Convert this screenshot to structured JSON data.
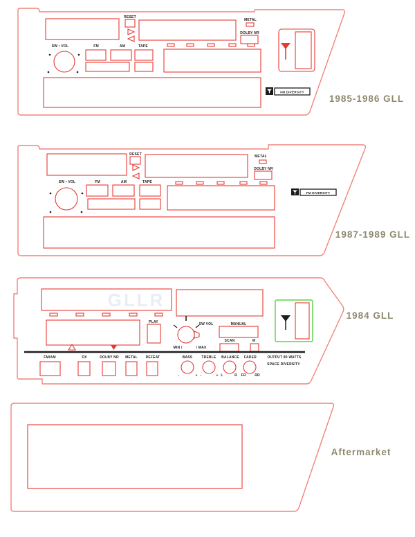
{
  "colors": {
    "shell": "#f2837d",
    "red": "#e63832",
    "green": "#6edb62",
    "ink": "#1c1c1c",
    "year": "#8d8970",
    "wm": "#e9edf6"
  },
  "p1": {
    "year": "1985-1986 GLL",
    "reset": "RESET",
    "sw_vol": "SW • VOL",
    "fm": "FM",
    "am": "AM",
    "tape": "TAPE",
    "metal": "METAL",
    "dolby_nr": "DOLBY NR",
    "fm_diversity": "FM DIVERSITY"
  },
  "p2": {
    "year": "1987-1989 GLL",
    "reset": "RESET",
    "sw_vol": "SW • VOL",
    "fm": "FM",
    "am": "AM",
    "tape": "TAPE",
    "metal": "METAL",
    "dolby_nr": "DOLBY NR",
    "fm_diversity": "FM DIVERSITY"
  },
  "p3": {
    "year": "1984 GLL",
    "watermark": "GLLR",
    "play": "PLAY",
    "sw_vol": "SW VOL",
    "manual": "MANUAL",
    "scan": "SCAN",
    "m": "M",
    "min": "MIN /",
    "max": "\\ MAX",
    "fm_am": "FM/AM",
    "dx": "DX",
    "dolby_nr": "DOLBY NR",
    "metal": "METAL",
    "defeat": "DEFEAT",
    "bass": "BASS",
    "treble": "TREBLE",
    "balance": "BALANCE",
    "fader": "FADER",
    "minus": "-",
    "plus": "+",
    "left": "L",
    "right": "R",
    "front": "FR",
    "rear": "RR",
    "output": "OUTPUT 80 WATTS",
    "space": "SPACE DIVERSITY"
  },
  "p4": {
    "year": "Aftermarket"
  }
}
